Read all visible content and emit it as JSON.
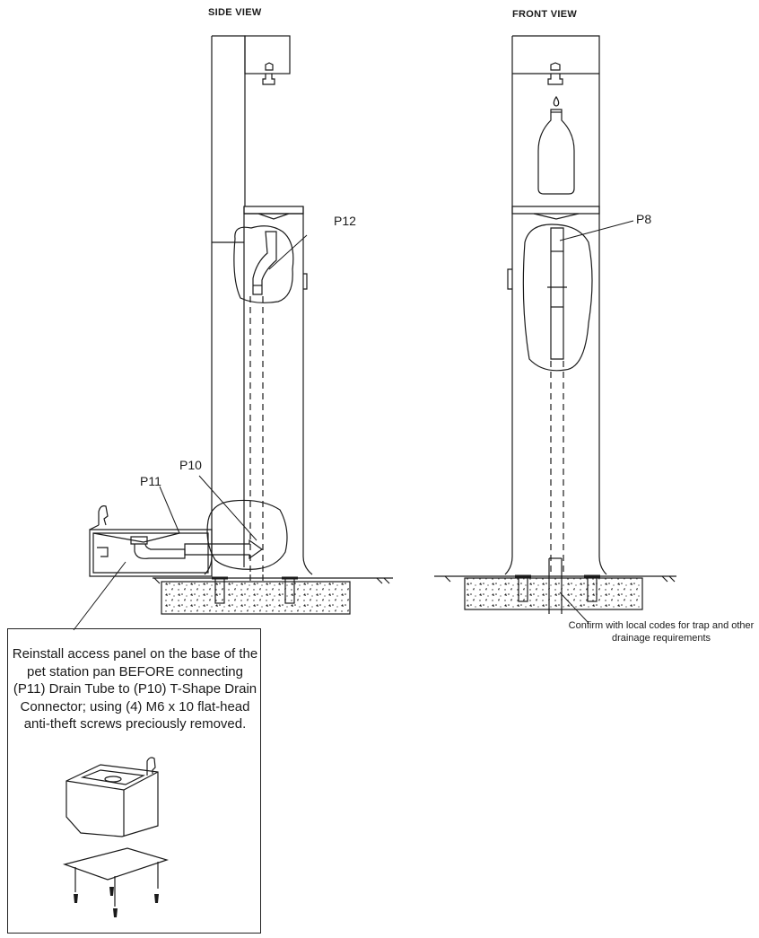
{
  "views": {
    "side_title": "SIDE VIEW",
    "front_title": "FRONT VIEW"
  },
  "callouts": {
    "p12": "P12",
    "p8": "P8",
    "p10": "P10",
    "p11": "P11"
  },
  "note_box": {
    "text": "Reinstall access panel on the base of the pet station pan BEFORE connecting (P11) Drain Tube to (P10) T-Shape Drain Connector; using (4) M6 x 10 flat-head anti-theft screws preciously removed."
  },
  "codes_note": "Confirm with local codes for trap and other drainage requirements",
  "colors": {
    "line": "#1a1a1a",
    "background": "#ffffff"
  },
  "icons": [
    "bubbler-icon",
    "water-drop-icon",
    "bottle-icon",
    "pet-bowl-icon",
    "access-panel-icon",
    "screw-icon"
  ]
}
